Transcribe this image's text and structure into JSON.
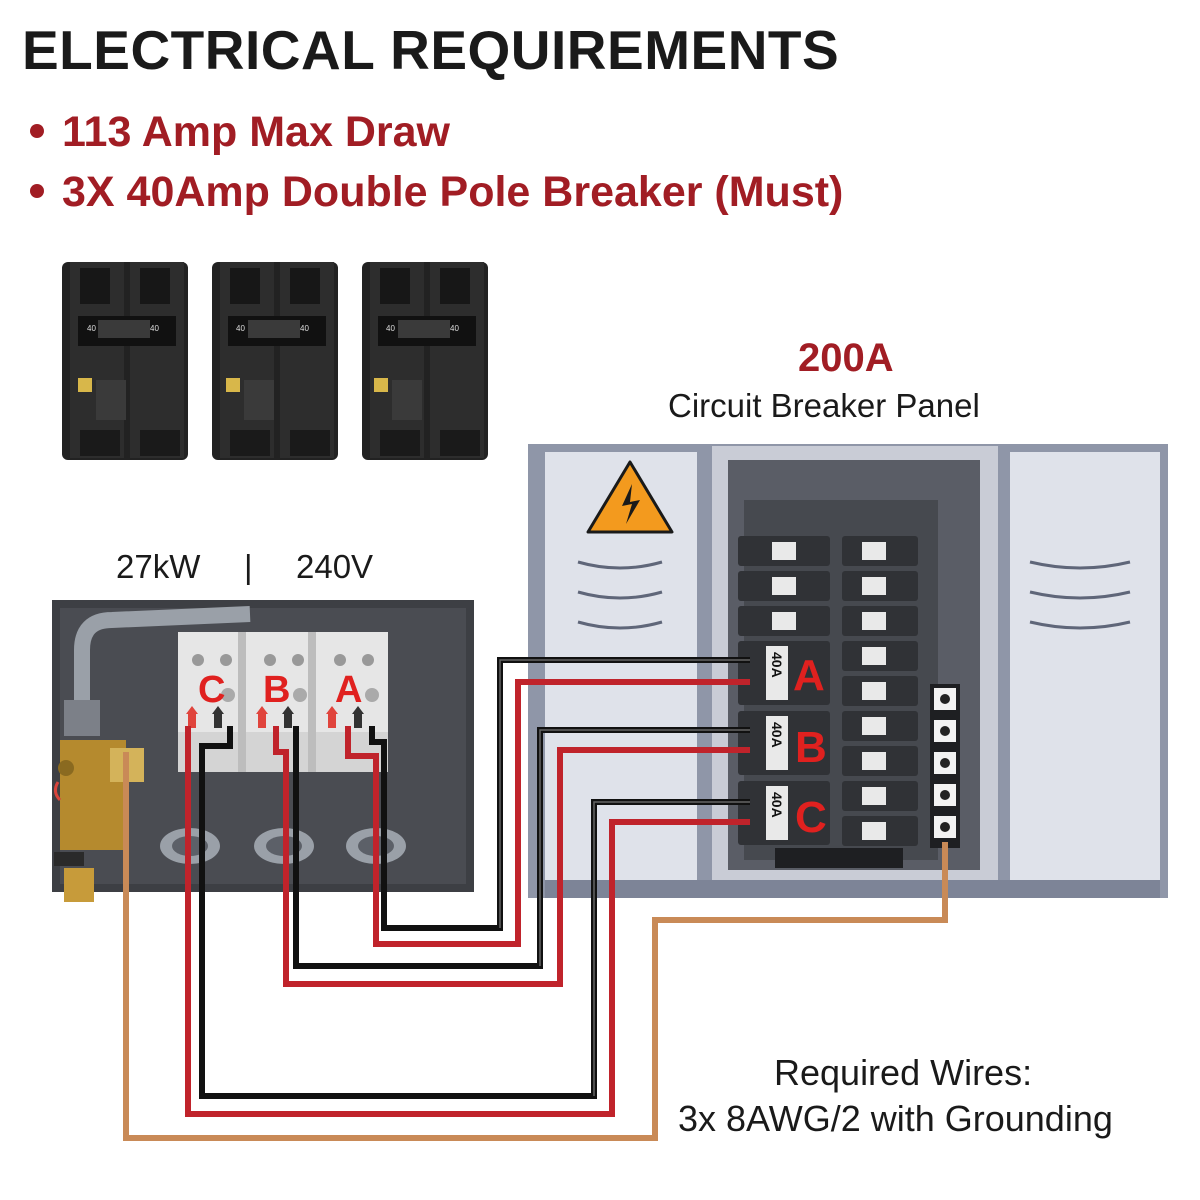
{
  "title": "ELECTRICAL REQUIREMENTS",
  "requirements": [
    "113 Amp Max Draw",
    "3X 40Amp Double Pole Breaker (Must)"
  ],
  "breaker_images": [
    {
      "rating_left": "40",
      "rating_right": "40"
    },
    {
      "rating_left": "40",
      "rating_right": "40"
    },
    {
      "rating_left": "40",
      "rating_right": "40"
    }
  ],
  "panel": {
    "amperage": "200A",
    "name": "Circuit Breaker Panel",
    "breaker_labels": [
      "40A",
      "40A",
      "40A"
    ],
    "circuit_letters": [
      "A",
      "B",
      "C"
    ]
  },
  "heater": {
    "power": "27kW",
    "separator": "|",
    "voltage": "240V",
    "terminal_letters": [
      "C",
      "B",
      "A"
    ]
  },
  "wires": {
    "line1": "Required Wires:",
    "line2": "3x 8AWG/2 with Grounding"
  },
  "colors": {
    "accent_red": "#a11d24",
    "letter_red": "#e0211f",
    "wire_black": "#111111",
    "wire_red": "#c0232b",
    "ground_copper": "#c98a57",
    "panel_grey": "#8f96a8",
    "warning_orange": "#f39a1e"
  }
}
